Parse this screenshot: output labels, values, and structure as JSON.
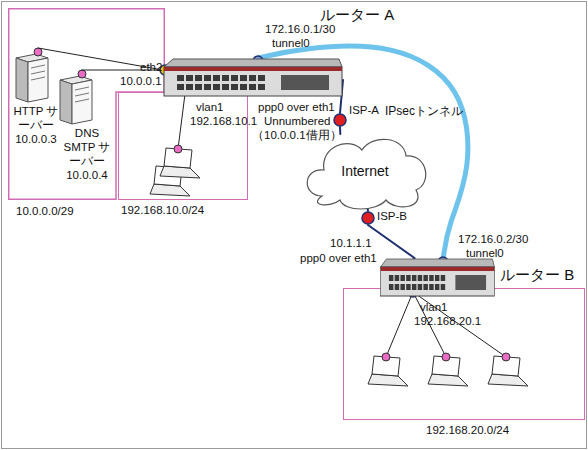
{
  "diagram": {
    "nodes": [
      {
        "text": [
          "10.0.0.0/29"
        ]
      },
      {
        "text": [
          "HTTP サーバー",
          "10.0.0.3"
        ],
        "in": 0
      },
      {
        "text": [
          "DNS SMTP サーバー",
          "10.0.0.4"
        ],
        "in": 0
      },
      {
        "text": [
          "192.168.10.0/24"
        ]
      },
      {
        "text": [
          "ルーター A"
        ]
      },
      {
        "text": [
          "ISP-A"
        ]
      },
      {
        "text": [
          "Internet"
        ]
      },
      {
        "text": [
          "ISP-B"
        ]
      },
      {
        "text": [
          "ルーター B"
        ]
      },
      {
        "text": [
          "192.168.20.0/24"
        ]
      }
    ],
    "edges": [
      {
        "from": 1,
        "to": 4,
        "arrow": "none"
      },
      {
        "from": 2,
        "to": 4,
        "arrow": "none"
      },
      {
        "from": 4,
        "to": 5,
        "arrow": "none"
      },
      {
        "from": 5,
        "to": 6,
        "arrow": "none"
      },
      {
        "from": 6,
        "to": 7,
        "arrow": "none"
      },
      {
        "from": 7,
        "to": 8,
        "arrow": "none"
      },
      {
        "from": 4,
        "to": 8,
        "label": "IPsecトンネル",
        "arrow": "none"
      }
    ],
    "labels": [
      "eth2",
      "10.0.0.1",
      "172.16.0.1/30",
      "tunnel0",
      "vlan1",
      "192.168.10.1",
      "ppp0 over eth1",
      "Unnumbered",
      "（10.0.0.1借用）",
      "10.1.1.1",
      "ppp0 over eth1",
      "172.16.0.2/30",
      "tunnel0",
      "vlan1",
      "192.168.20.1"
    ]
  }
}
